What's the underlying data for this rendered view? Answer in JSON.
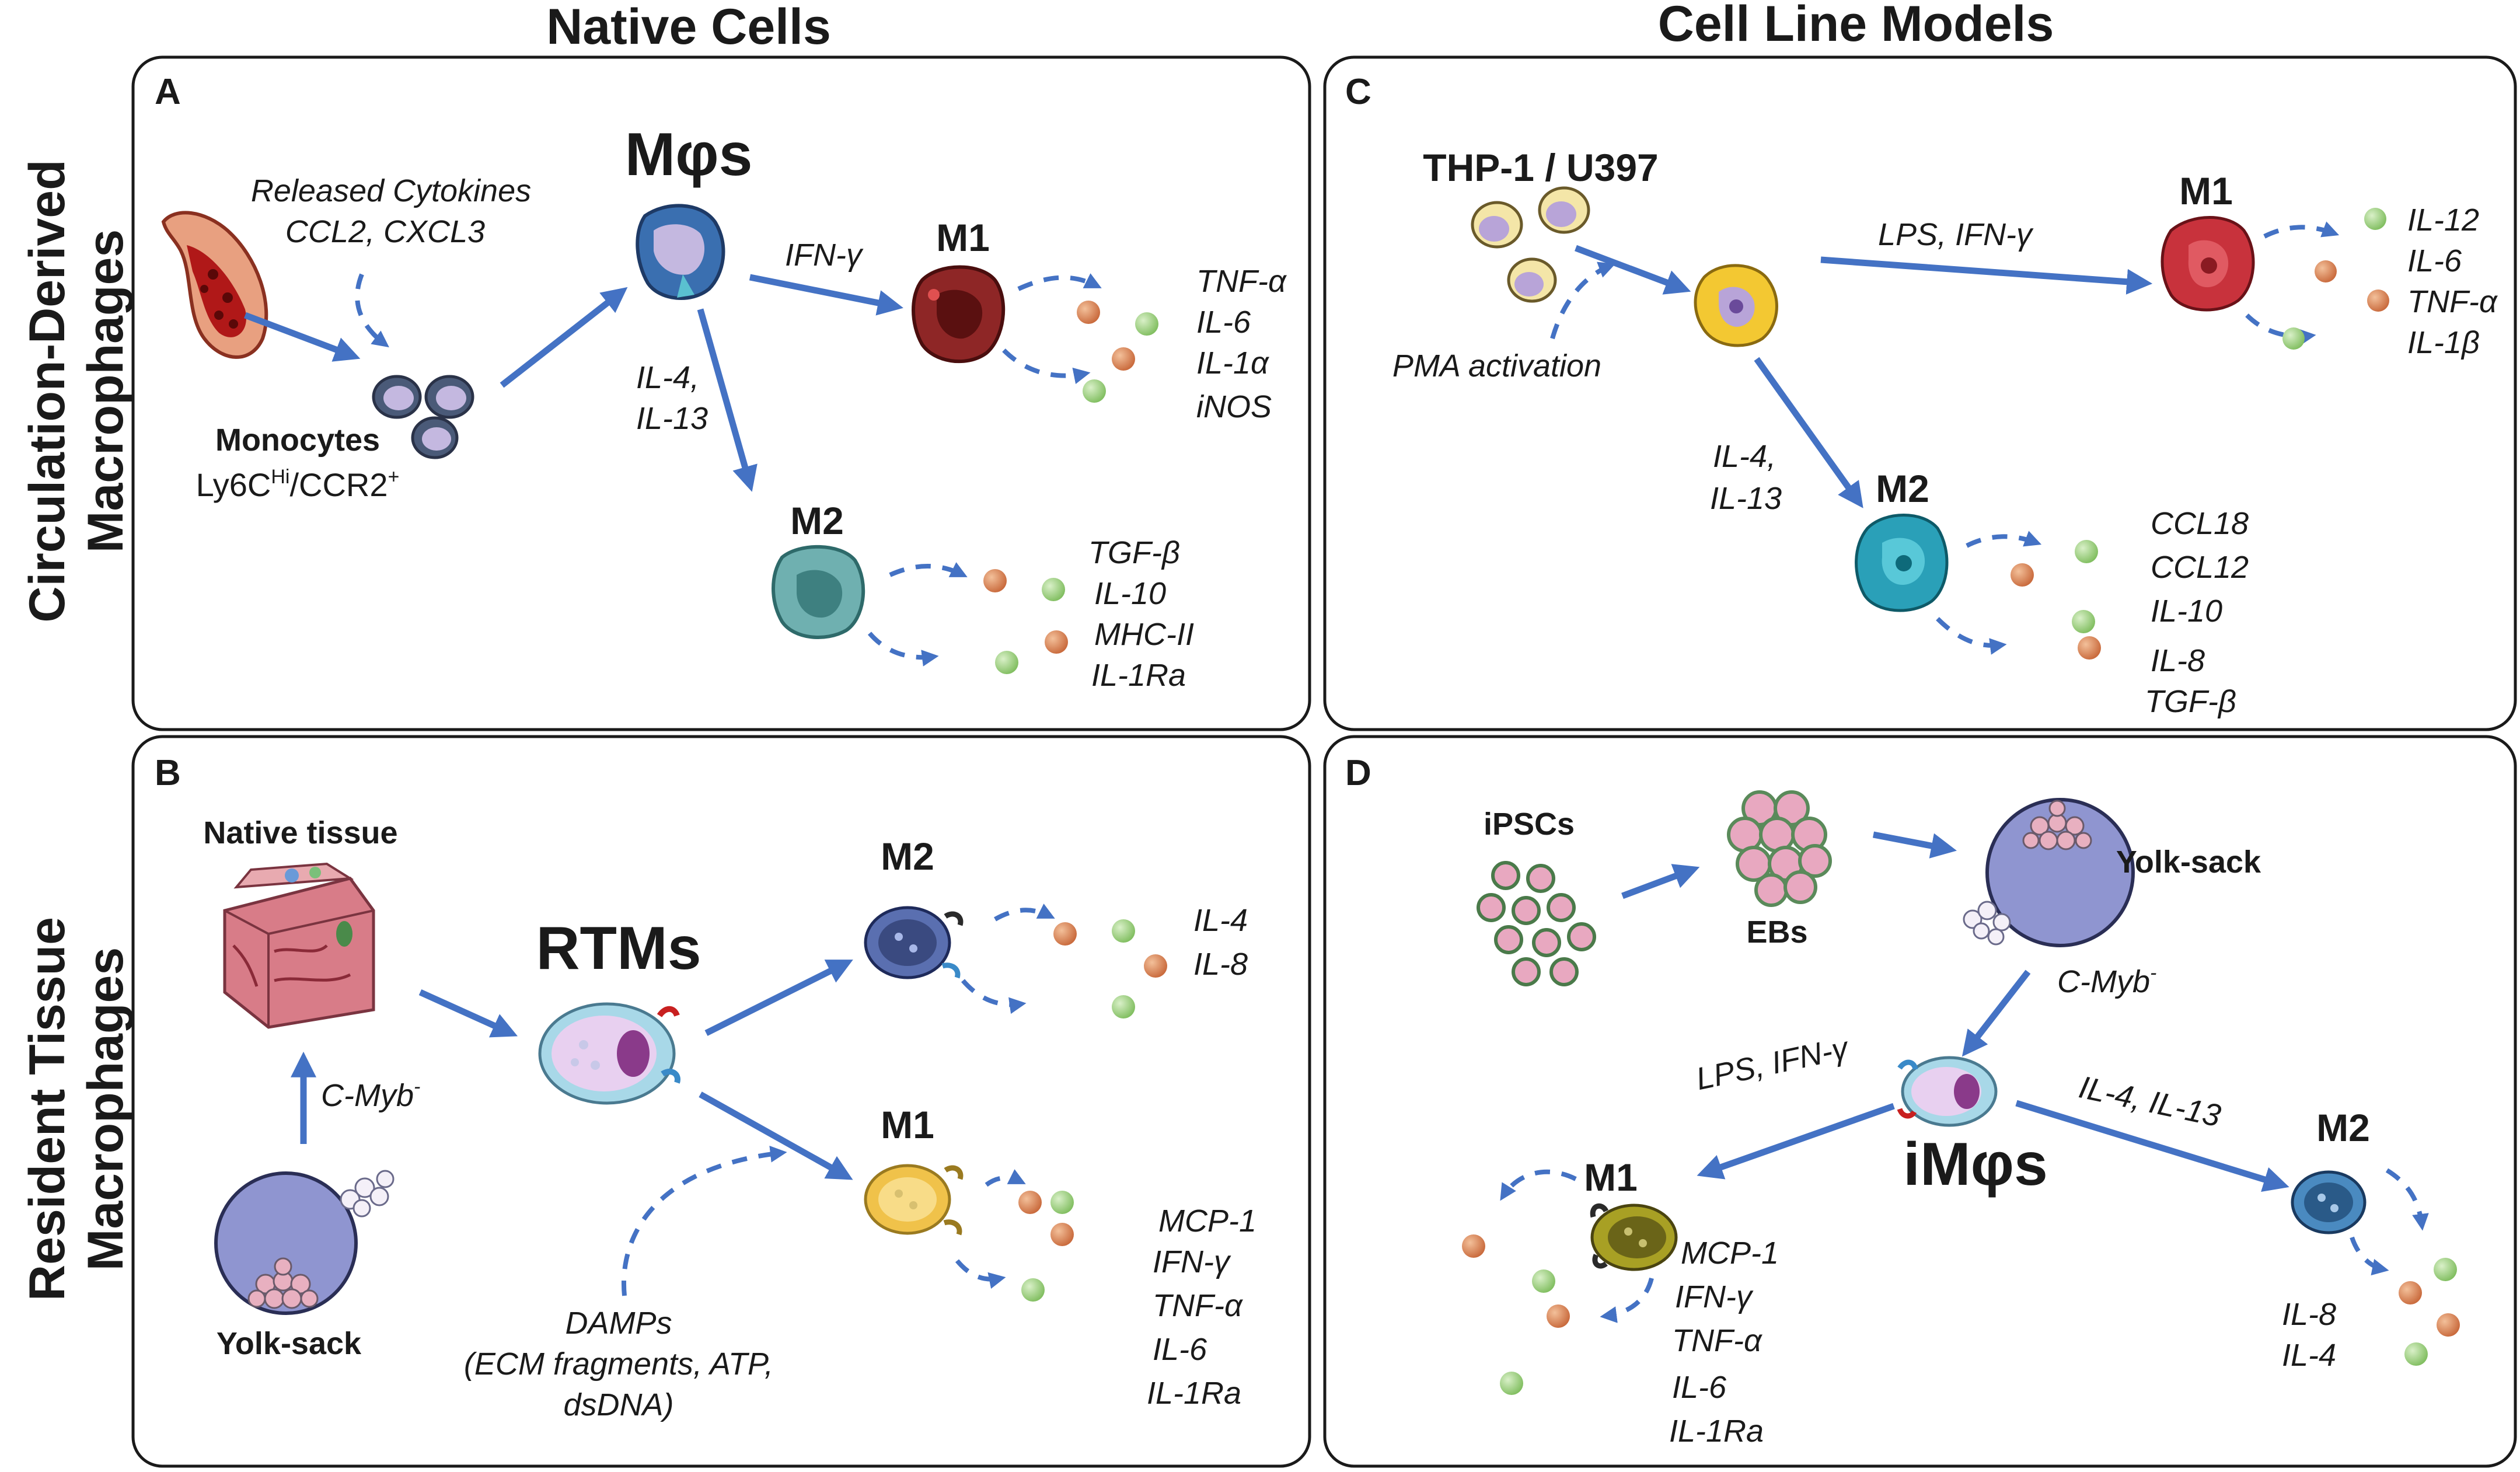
{
  "column_headers": {
    "left": "Native Cells",
    "right": "Cell Line Models"
  },
  "row_headers": {
    "top": [
      "Circulation-Derived",
      "Macrophages"
    ],
    "bottom": [
      "Resident Tissue",
      "Macrophages"
    ]
  },
  "colors": {
    "arrow": "#4472c4",
    "cytokine_green": "#8cc56b",
    "cytokine_orange": "#d07a45",
    "m1_native": "#8e2626",
    "m2_native": "#6fb0b0",
    "m1_cellline": "#c8323c",
    "m2_cellline": "#2aa0b8",
    "m1_rtm": "#f0c24a",
    "m2_rtm": "#5a6fb0",
    "m1_ipsc": "#a8a024",
    "m2_ipsc": "#4a8ac0",
    "yolk_sack": "#8f95d0"
  },
  "panel_A": {
    "letter": "A",
    "released_cytokines": [
      "Released Cytokines",
      "CCL2, CXCL3"
    ],
    "monocytes": "Monocytes",
    "monocyte_marker": "Ly6C",
    "monocyte_marker_sup": "Hi",
    "monocyte_marker_rest": "/CCR2",
    "monocyte_marker_sup2": "+",
    "macrophages": "Mφs",
    "m1_stimulus": "IFN-γ",
    "m2_stimulus": [
      "IL-4,",
      "IL-13"
    ],
    "m1_label": "M1",
    "m2_label": "M2",
    "m1_cytokines": [
      "TNF-α",
      "IL-6",
      "IL-1α",
      "iNOS"
    ],
    "m2_cytokines": [
      "TGF-β",
      "IL-10",
      "MHC-II",
      "IL-1Ra"
    ],
    "icons": [
      "blood-vessel-icon",
      "monocyte-icon",
      "macrophage-icon",
      "m1-macrophage-icon",
      "m2-macrophage-icon",
      "cytokine-dot-icon"
    ]
  },
  "panel_B": {
    "letter": "B",
    "native_tissue": "Native tissue",
    "c_myb": "C-Myb",
    "c_myb_sup": "-",
    "yolk_sack": "Yolk-sack",
    "rtms": "RTMs",
    "damps": [
      "DAMPs",
      "(ECM fragments, ATP,",
      "dsDNA)"
    ],
    "m2_label": "M2",
    "m1_label": "M1",
    "m2_cytokines": [
      "IL-4",
      "IL-8"
    ],
    "m1_cytokines": [
      "MCP-1",
      "IFN-γ",
      "TNF-α",
      "IL-6",
      "IL-1Ra"
    ],
    "icons": [
      "tissue-block-icon",
      "yolk-sack-icon",
      "rtm-cell-icon"
    ]
  },
  "panel_C": {
    "letter": "C",
    "cell_lines": "THP-1 / U397",
    "pma": "PMA activation",
    "m1_stimulus": "LPS, IFN-γ",
    "m2_stimulus": [
      "IL-4,",
      "IL-13"
    ],
    "m1_label": "M1",
    "m2_label": "M2",
    "m1_cytokines": [
      "IL-12",
      "IL-6",
      "TNF-α",
      "IL-1β"
    ],
    "m2_cytokines": [
      "CCL18",
      "CCL12",
      "IL-10",
      "IL-8",
      "TGF-β"
    ],
    "icons": [
      "monocyte-line-icon",
      "activated-macrophage-icon"
    ]
  },
  "panel_D": {
    "letter": "D",
    "ipscs": "iPSCs",
    "ebs": "EBs",
    "yolk_sack": "Yolk-sack",
    "c_myb": "C-Myb",
    "c_myb_sup": "-",
    "imphis": "iMφs",
    "m1_stimulus": "LPS, IFN-γ",
    "m2_stimulus": "IL-4, IL-13",
    "m1_label": "M1",
    "m2_label": "M2",
    "m1_cytokines": [
      "MCP-1",
      "IFN-γ",
      "TNF-α",
      "IL-6",
      "IL-1Ra"
    ],
    "m2_cytokines": [
      "IL-8",
      "IL-4"
    ],
    "icons": [
      "ipsc-cluster-icon",
      "embryoid-body-icon",
      "imphi-cell-icon"
    ]
  }
}
